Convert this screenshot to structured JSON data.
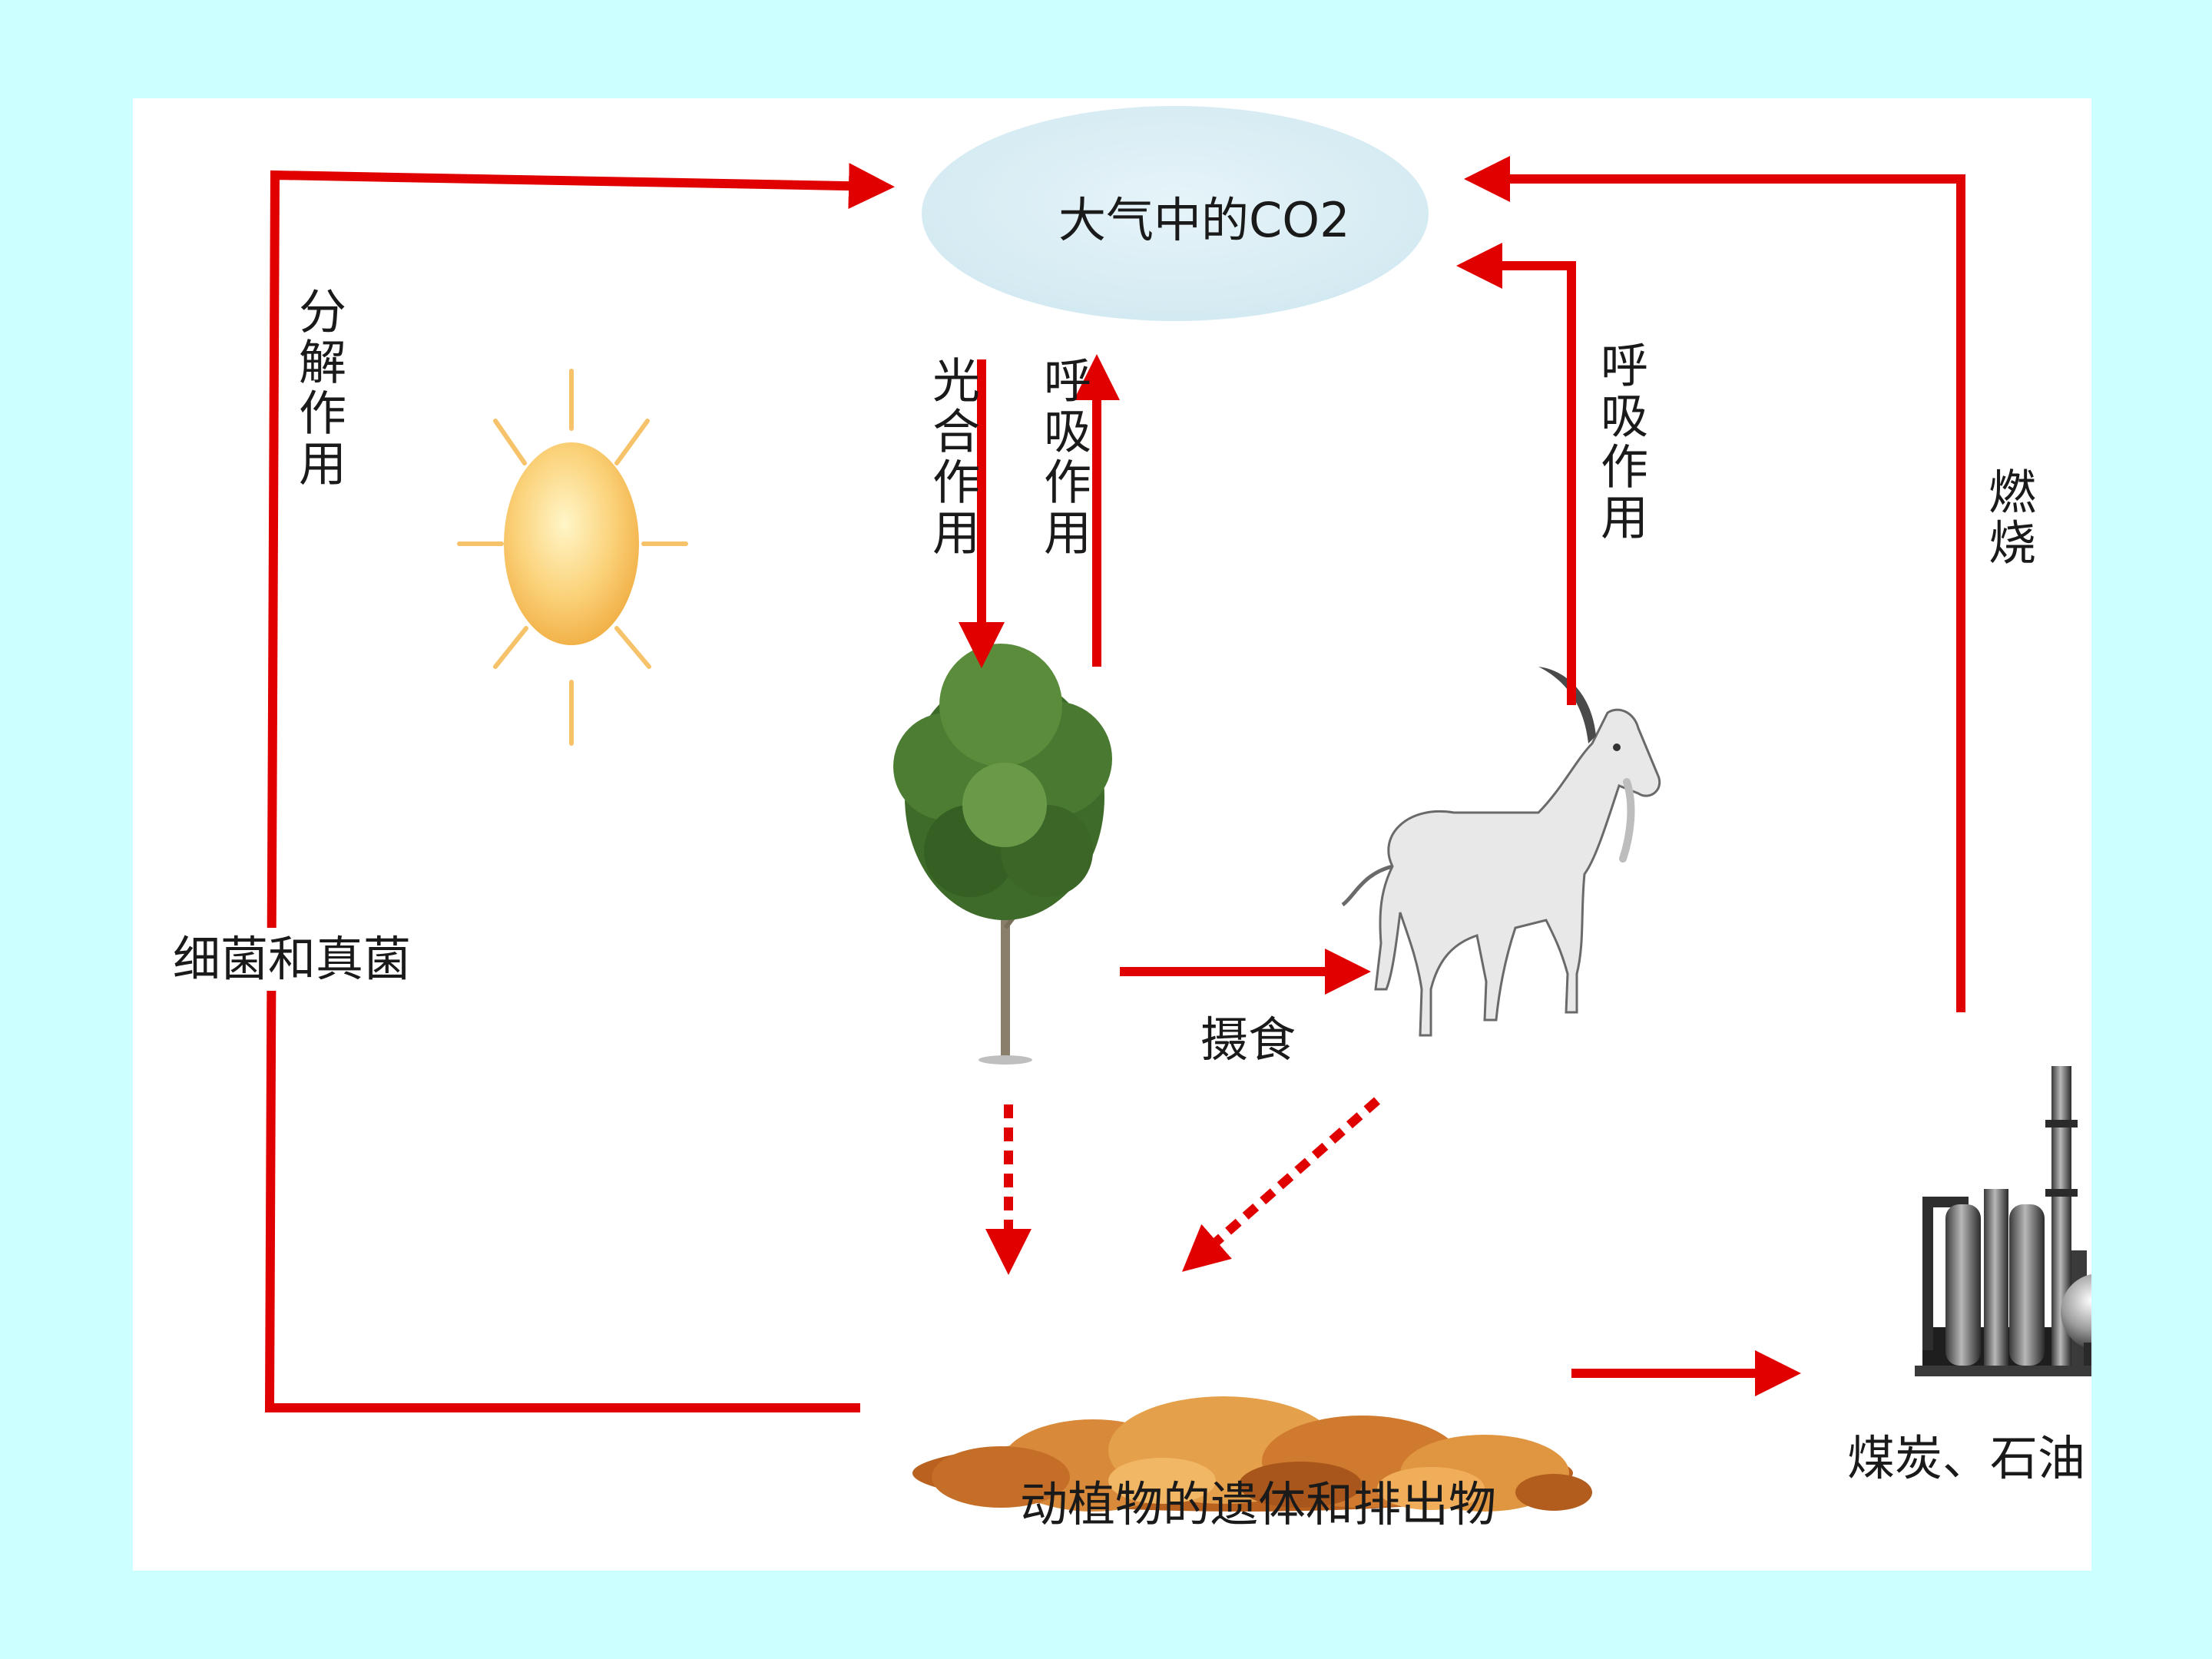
{
  "labels": {
    "atmosphere": "大气中的CO2",
    "decomposition": "分解作用",
    "photosynthesis": "光合作用",
    "plant_respiration": "呼吸作用",
    "animal_respiration": "呼吸作用",
    "combustion": "燃烧",
    "decomposers": "细菌和真菌",
    "feeding": "摄食",
    "remains": "动植物的遗体和排出物",
    "fossil_fuels": "煤炭、石油"
  },
  "colors": {
    "page_background": "#ccffff",
    "panel_background": "#ffffff",
    "arrow": "#e00000",
    "cloud": "#dceff6"
  },
  "icons": [
    "sun-icon",
    "tree-icon",
    "goat-icon",
    "leaf-pile-icon",
    "factory-icon"
  ]
}
